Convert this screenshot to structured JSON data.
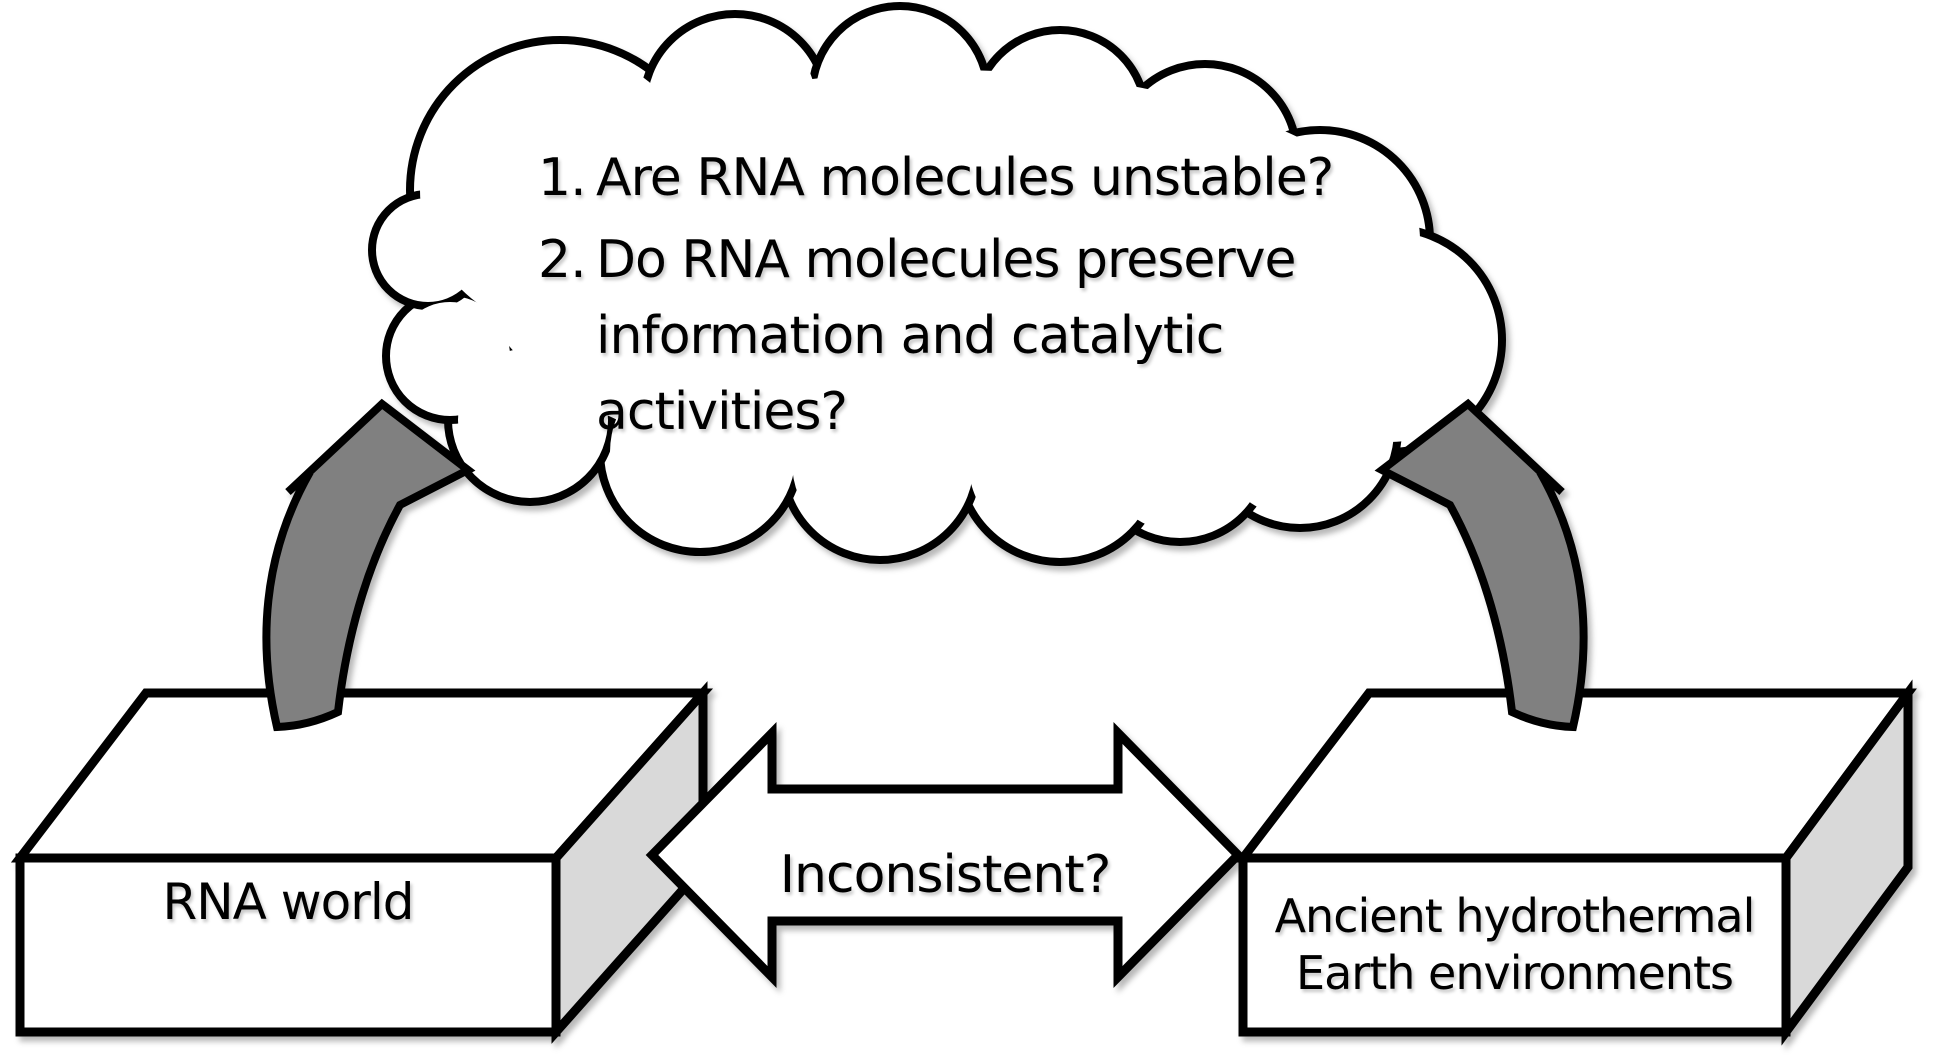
{
  "cloud": {
    "questions": [
      {
        "num": "1.",
        "text": "Are RNA molecules unstable?"
      },
      {
        "num": "2.",
        "text": "Do RNA molecules preserve information and catalytic activities?"
      }
    ]
  },
  "left_box": {
    "label": "RNA world"
  },
  "right_box": {
    "label": "Ancient hydrothermal Earth environments"
  },
  "connector": {
    "label": "Inconsistent?"
  },
  "colors": {
    "outline": "#000000",
    "curved_arrow_fill": "#808080",
    "box_side_fill": "#d9d9d9",
    "box_face_fill": "#ffffff",
    "background": "#ffffff"
  }
}
